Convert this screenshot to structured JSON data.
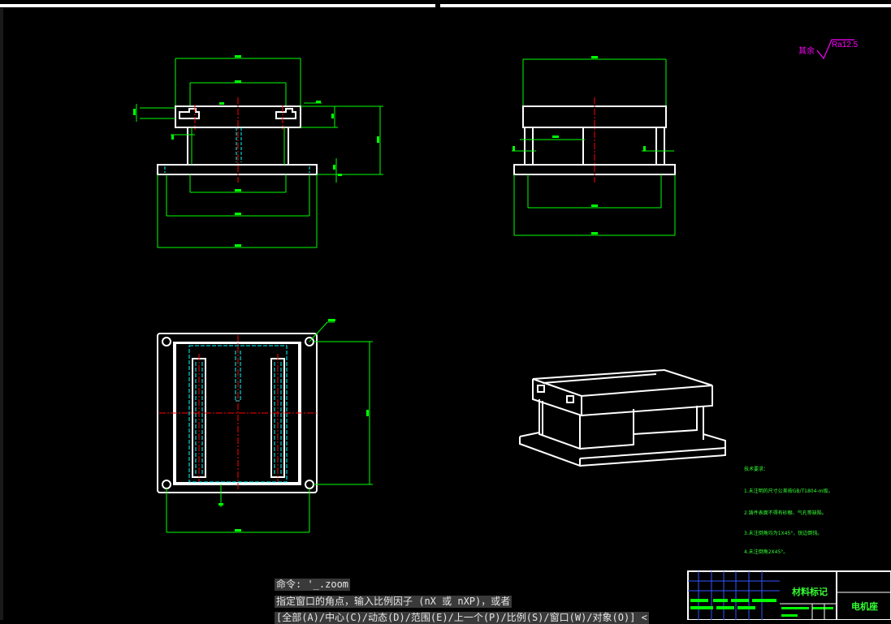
{
  "roughness": {
    "prefix": "其余",
    "value": "Ra12.5"
  },
  "command_line": {
    "line1": "命令: '_.zoom",
    "line2": "指定窗口的角点，输入比例因子 (nX 或 nXP)，或者",
    "line3": "[全部(A)/中心(C)/动态(D)/范围(E)/上一个(P)/比例(S)/窗口(W)/对象(O)] <"
  },
  "tech_requirements": {
    "title": "技术要求：",
    "items": [
      "1.未注明的尺寸公差按GB/T1804-m级。",
      "2.铸件表面不得有砂眼、气孔等缺陷。",
      "3.未注倒角均为1X45°，锐边倒钝。",
      "4.未注倒角2X45°。"
    ]
  },
  "title_block": {
    "material_label": "材料标记",
    "part_name": "电机座"
  },
  "colors": {
    "background": "#000000",
    "outline": "#ffffff",
    "dimension": "#00ff00",
    "centerline": "#ff0000",
    "hidden": "#00ffff",
    "roughness": "#ff00ff"
  }
}
